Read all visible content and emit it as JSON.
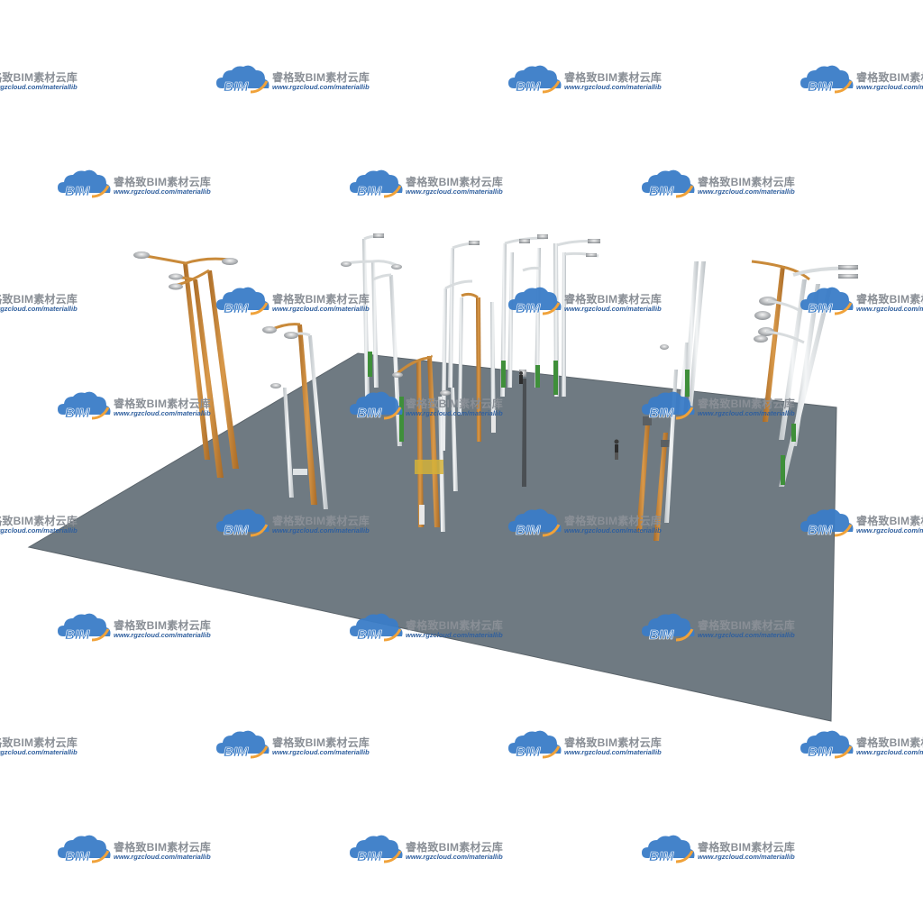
{
  "watermark": {
    "logo_text": "BIM",
    "brand_name": "睿格致BIM素材云库",
    "url": "www.rgzcloud.com/materiallib",
    "logo_icon": "cloud-icon"
  },
  "colors": {
    "ground": "#6f7a82",
    "pole_orange": "#c98a3a",
    "pole_white": "#e4e8ea",
    "pole_green": "#3f8f3a",
    "logo_blue": "#3a7cc7",
    "logo_orange": "#f0a23a",
    "watermark_text": "#8a8f96",
    "watermark_url": "#2f5f9e"
  }
}
